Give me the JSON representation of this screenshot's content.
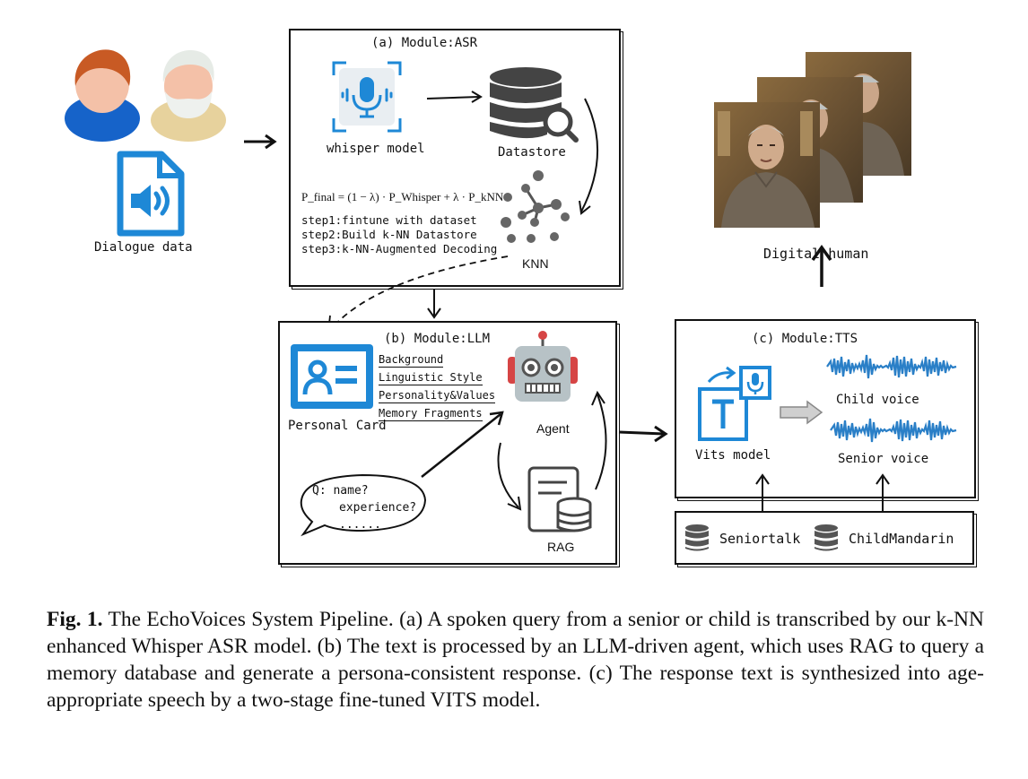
{
  "input": {
    "dialogue_label": "Dialogue data"
  },
  "asr": {
    "title": "(a) Module:ASR",
    "whisper_label": "whisper model",
    "datastore_label": "Datastore",
    "knn_label": "KNN",
    "formula": "P_final = (1 − λ) · P_Whisper + λ · P_kNN",
    "steps": [
      "step1:fintune with dataset",
      "step2:Build k-NN Datastore",
      "step3:k-NN-Augmented Decoding"
    ]
  },
  "llm": {
    "title": "(b) Module:LLM",
    "card_label": "Personal Card",
    "card_items": [
      "Background",
      "Linguistic Style",
      "Personality&Values",
      "Memory Fragments"
    ],
    "agent_label": "Agent",
    "rag_label": "RAG",
    "query_lines": [
      "Q: name?",
      "experience?",
      "......"
    ]
  },
  "tts": {
    "title": "(c) Module:TTS",
    "vits_label": "Vits model",
    "child_voice": "Child voice",
    "senior_voice": "Senior voice"
  },
  "datasets": {
    "seniortalk": "Seniortalk",
    "childmandarin": "ChildMandarin"
  },
  "output": {
    "digital_human_label": "Digital human"
  },
  "caption": {
    "label": "Fig. 1.",
    "text": "The EchoVoices System Pipeline. (a) A spoken query from a senior or child is transcribed by our k-NN enhanced Whisper ASR model. (b) The text is processed by an LLM-driven agent, which uses RAG to query a memory database and generate a persona-consistent response. (c) The response text is synthesized into age-appropriate speech by a two-stage fine-tuned VITS model."
  },
  "colors": {
    "accent_blue": "#1e88d6",
    "child_shirt": "#1663c9",
    "skin": "#f4c1a8",
    "hair_child": "#c85a24",
    "senior_shirt": "#e7d29d",
    "senior_hair": "#e9ede9",
    "robot_gray": "#b7c2c6",
    "robot_red": "#d64545",
    "db_dark": "#444444",
    "wave_blue": "#2a7fc7"
  }
}
